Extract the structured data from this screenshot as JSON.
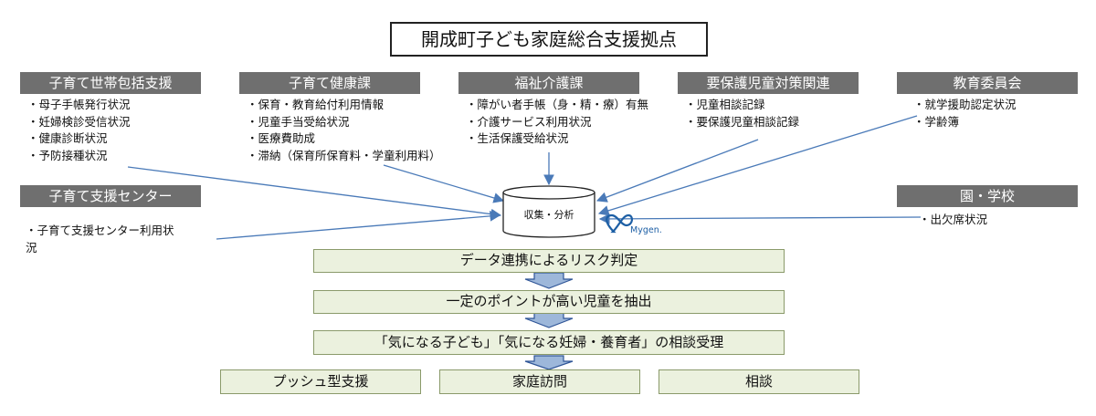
{
  "title": "開成町子ども家庭総合支援拠点",
  "sources": [
    {
      "id": "kosodate-setai",
      "label": "子育て世帯包括支援",
      "items": [
        "・母子手帳発行状況",
        "・妊婦検診受信状況",
        "・健康診断状況",
        "・予防接種状況"
      ]
    },
    {
      "id": "kosodate-kenko",
      "label": "子育て健康課",
      "items": [
        "・保育・教育給付利用情報",
        "・児童手当受給状況",
        "・医療費助成",
        "・滞納（保育所保育料・学童利用料）"
      ]
    },
    {
      "id": "fukushi-kaigo",
      "label": "福祉介護課",
      "items": [
        "・障がい者手帳（身・精・療）有無",
        "・介護サービス利用状況",
        "・生活保護受給状況"
      ]
    },
    {
      "id": "yohogo",
      "label": "要保護児童対策関連",
      "items": [
        "・児童相談記録",
        "・要保護児童相談記録"
      ]
    },
    {
      "id": "kyoiku",
      "label": "教育委員会",
      "items": [
        "・就学援助認定状況",
        "・学齢簿"
      ]
    },
    {
      "id": "center",
      "label": "子育て支援センター",
      "items": [
        "・子育て支援センター利用状",
        "況"
      ]
    },
    {
      "id": "en-gakko",
      "label": "園・学校",
      "items": [
        "・出欠席状況"
      ]
    }
  ],
  "hub": {
    "label": "収集・分析"
  },
  "logo": {
    "text": "Mygen."
  },
  "flow": [
    "データ連携によるリスク判定",
    "一定のポイントが高い児童を抽出",
    "「気になる子ども」「気になる妊婦・養育者」の相談受理"
  ],
  "outcomes": [
    "プッシュ型支援",
    "家庭訪問",
    "相談"
  ],
  "colors": {
    "category_bg": "#6f6f6f",
    "box_bg": "#ebf1de",
    "box_border": "#8a9a6a",
    "arrow": "#4a7ab8",
    "flow_arrow_fill": "#9db7da",
    "flow_arrow_stroke": "#2f5597"
  }
}
